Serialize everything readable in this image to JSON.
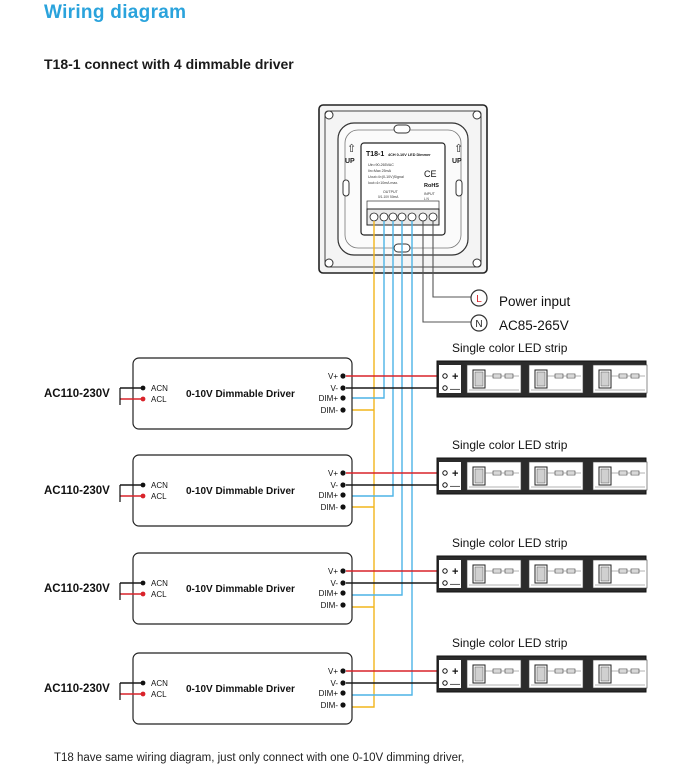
{
  "header": {
    "title": "Wiring diagram",
    "subtitle": "T18-1 connect with 4 dimmable driver"
  },
  "dimmer": {
    "model": "T18-1",
    "name": "4CH 0-10V LED Dimmer",
    "specs": [
      "Uin=90-265VAC",
      "Iin=Max 25mA",
      "Uout=4×(0-10V)Signal",
      "Iout=4×10mA max."
    ],
    "output_label": "OUTPUT",
    "output_sub": "0/1-10V 50mA",
    "input_label": "INPUT",
    "input_sub": "L   N",
    "ce_mark": "CE",
    "rohs": "RoHS",
    "up_arrow": "⇧",
    "up_text": "UP"
  },
  "power": {
    "L_symbol": "L",
    "N_symbol": "N",
    "label1": "Power input",
    "label2": "AC85-265V"
  },
  "drivers": [
    {
      "ac": "AC110-230V",
      "acn": "ACN",
      "acl": "ACL",
      "name": "0-10V Dimmable Driver",
      "vplus": "V+",
      "vminus": "V-",
      "dimplus": "DIM+",
      "dimminus": "DIM-"
    },
    {
      "ac": "AC110-230V",
      "acn": "ACN",
      "acl": "ACL",
      "name": "0-10V Dimmable Driver",
      "vplus": "V+",
      "vminus": "V-",
      "dimplus": "DIM+",
      "dimminus": "DIM-"
    },
    {
      "ac": "AC110-230V",
      "acn": "ACN",
      "acl": "ACL",
      "name": "0-10V Dimmable Driver",
      "vplus": "V+",
      "vminus": "V-",
      "dimplus": "DIM+",
      "dimminus": "DIM-"
    },
    {
      "ac": "AC110-230V",
      "acn": "ACN",
      "acl": "ACL",
      "name": "0-10V Dimmable Driver",
      "vplus": "V+",
      "vminus": "V-",
      "dimplus": "DIM+",
      "dimminus": "DIM-"
    }
  ],
  "strips": [
    {
      "label": "Single color LED strip",
      "plus": "+",
      "minus": "—"
    },
    {
      "label": "Single color LED strip",
      "plus": "+",
      "minus": "—"
    },
    {
      "label": "Single color LED strip",
      "plus": "+",
      "minus": "—"
    },
    {
      "label": "Single color LED strip",
      "plus": "+",
      "minus": "—"
    }
  ],
  "colors": {
    "title": "#2aa3dc",
    "red_wire": "#d9232a",
    "black_wire": "#1a1a1a",
    "blue_wire": "#4db4e6",
    "yellow_wire": "#f2b51c",
    "strip_body": "#2b2b2b"
  },
  "footnote": "T18 have same wiring diagram, just only connect with one 0-10V dimming driver,"
}
